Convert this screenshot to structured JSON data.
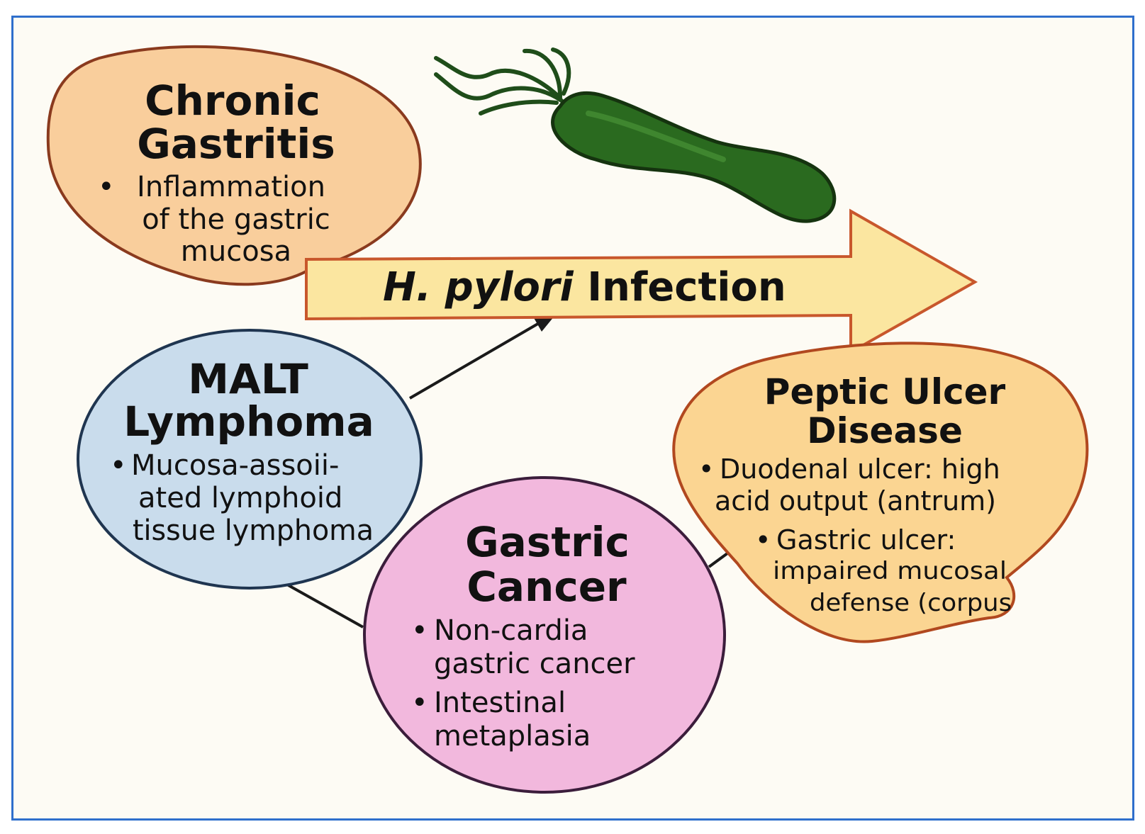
{
  "arrow": {
    "label_italic": "H. pylori",
    "label_rest": " Infection"
  },
  "nodes": {
    "chronic_gastritis": {
      "title": [
        "Chronic",
        "Gastritis"
      ],
      "bullet": "•",
      "lines": [
        "Inflammation",
        "of the gastric",
        "mucosa"
      ]
    },
    "malt_lymphoma": {
      "title": [
        "MALT",
        "Lymphoma"
      ],
      "bullet": "•",
      "lines": [
        "Mucosa-assoii-",
        "ated lymphoid",
        "tissue lymphoma"
      ]
    },
    "gastric_cancer": {
      "title": [
        "Gastric",
        "Cancer"
      ],
      "bullets": [
        [
          "Non-cardia",
          "gastric cancer"
        ],
        [
          "Intestinal",
          "metaplasia"
        ]
      ],
      "bullet": "•"
    },
    "peptic_ulcer": {
      "title": [
        "Peptic Ulcer",
        "Disease"
      ],
      "bullet": "•",
      "bullets": [
        [
          "Duodenal ulcer: high",
          "acid output (antrum)"
        ],
        [
          "Gastric ulcer:",
          "impaired mucosal",
          "defense (corpus"
        ]
      ]
    }
  },
  "colors": {
    "frame_border": "#2f6fcc",
    "background": "#fdfbf4",
    "arrow_fill": "#fbe6a0",
    "arrow_stroke": "#c8572c",
    "chronic_gastritis_fill": "#f9ce9c",
    "chronic_gastritis_stroke": "#8a3a1e",
    "malt_fill": "#c9dcec",
    "malt_stroke": "#1f3550",
    "cancer_fill": "#f2b8dd",
    "cancer_stroke": "#3b1d3b",
    "peptic_fill": "#fbd592",
    "peptic_stroke": "#b1481f",
    "bacterium": "#2a6a1f"
  },
  "icons": {
    "bacterium": "h-pylori-bacterium-icon"
  }
}
